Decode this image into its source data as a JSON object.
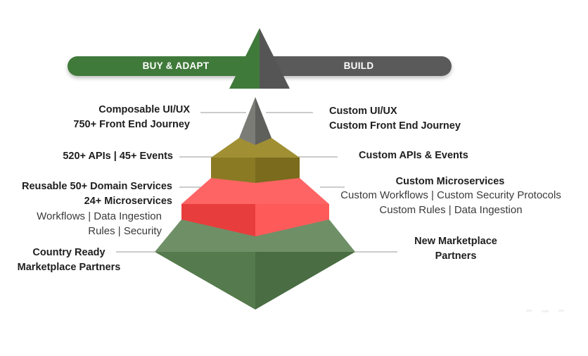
{
  "header": {
    "buy_label": "BUY & ADAPT",
    "build_label": "BUILD"
  },
  "colors": {
    "buy_green": "#3f7a3a",
    "build_gray": "#5a5a5a",
    "tier_top": "#6f6f6a",
    "tier_apis": "#8a7a24",
    "tier_services": "#e83d3d",
    "tier_base": "#557a4d"
  },
  "tiers": [
    {
      "left_lines": [
        "Composable UI/UX",
        "750+ Front End Journey"
      ],
      "right_lines": [
        "Custom UI/UX",
        "Custom Front End Journey"
      ]
    },
    {
      "left_lines": [
        "520+ APIs | 45+ Events"
      ],
      "right_lines": [
        "Custom APIs & Events"
      ]
    },
    {
      "left_lines": [
        "Reusable 50+ Domain Services",
        "24+ Microservices"
      ],
      "left_light_lines": [
        "Workflows | Data Ingestion",
        "Rules | Security"
      ],
      "right_lines": [
        "Custom Microservices"
      ],
      "right_light_lines": [
        "Custom Workflows | Custom Security Protocols",
        "Custom Rules | Data Ingestion"
      ]
    },
    {
      "left_lines": [
        "Country Ready",
        "Marketplace Partners"
      ],
      "right_lines": [
        "New Marketplace",
        "Partners"
      ]
    }
  ]
}
